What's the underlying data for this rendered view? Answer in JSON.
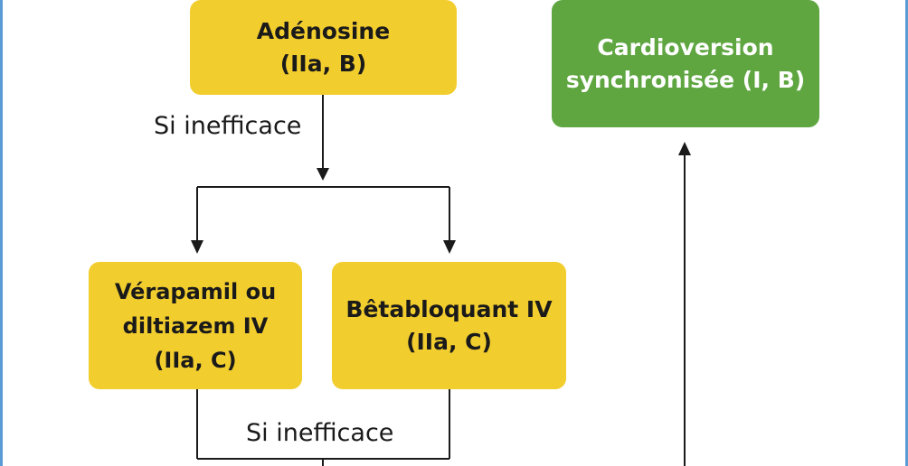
{
  "nodes": {
    "adenosine": {
      "line1": "Adénosine",
      "line2": "(IIa, B)"
    },
    "cardioversion": {
      "line1": "Cardioversion",
      "line2": "synchronisée (I, B)"
    },
    "verapamil": {
      "line1": "Vérapamil ou",
      "line2": "diltiazem IV",
      "line3": "(IIa, C)"
    },
    "betabloquant": {
      "line1": "Bêtabloquant IV",
      "line2": "(IIa, C)"
    }
  },
  "edge_labels": {
    "first": "Si inefficace",
    "second": "Si inefficace"
  },
  "colors": {
    "yellow_box": "#f2cd2e",
    "green_box": "#5fa641",
    "border_accent": "#5b9bd5",
    "line": "#1a1a1a"
  }
}
